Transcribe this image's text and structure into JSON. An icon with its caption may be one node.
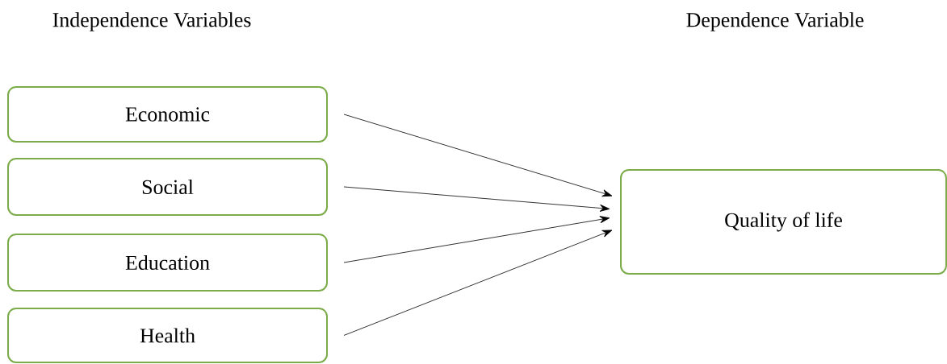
{
  "diagram": {
    "nodes": [
      {
        "text": [
          "Economic"
        ]
      },
      {
        "text": [
          "Social"
        ]
      },
      {
        "text": [
          "Education"
        ]
      },
      {
        "text": [
          "Health"
        ]
      },
      {
        "text": [
          "Quality of life"
        ]
      }
    ],
    "edges": [
      {
        "from": 0,
        "to": 4,
        "arrow": "to"
      },
      {
        "from": 1,
        "to": 4,
        "arrow": "to"
      },
      {
        "from": 2,
        "to": 4,
        "arrow": "to"
      },
      {
        "from": 3,
        "to": 4,
        "arrow": "to"
      }
    ],
    "labels": [
      "Independence Variables",
      "Dependence Variable"
    ]
  }
}
